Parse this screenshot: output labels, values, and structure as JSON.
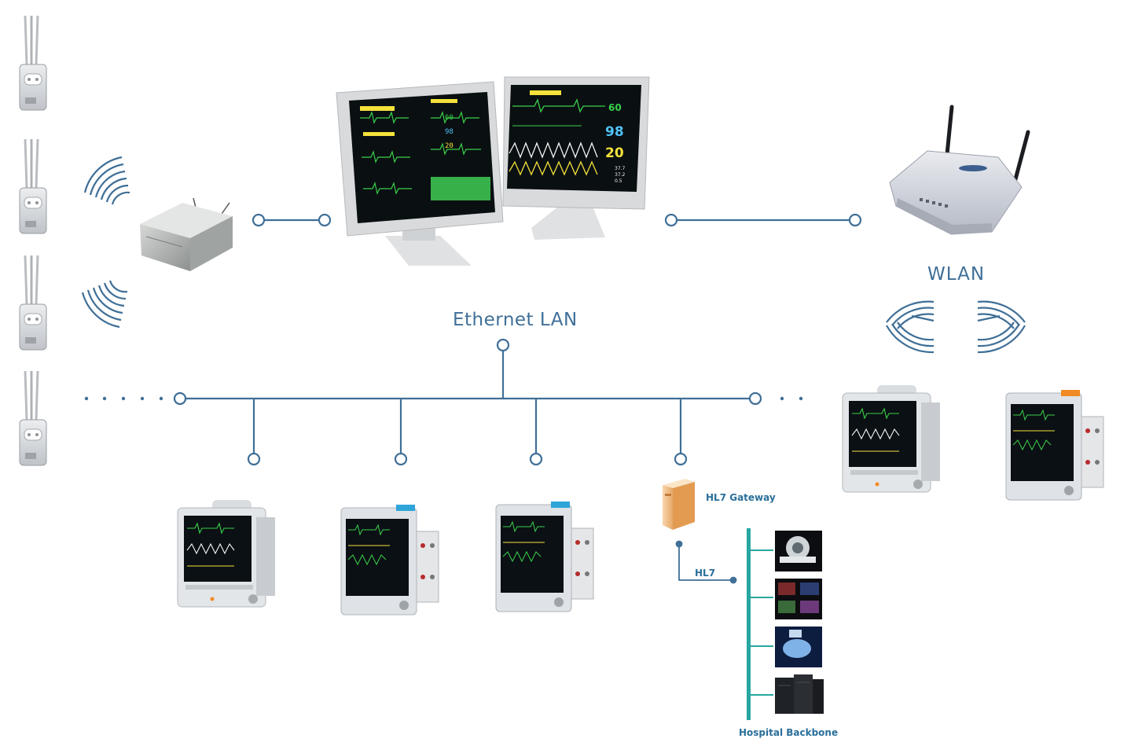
{
  "labels": {
    "ethernet_lan": "Ethernet LAN",
    "wlan": "WLAN",
    "hl7_gateway": "HL7 Gateway",
    "hl7": "HL7",
    "hospital_backbone": "Hospital Backbone"
  },
  "monitor_readouts": {
    "left_screen": [
      "60",
      "98",
      "20"
    ],
    "right_screen": {
      "hr": "60",
      "spo2": "98",
      "rr": "20",
      "t1": "37.7",
      "t2": "37.2",
      "td": "0.5"
    }
  },
  "colors": {
    "line": "#3f6f97",
    "device_grey": "#c9ccd0",
    "screen": "#0a0f12",
    "waveform_green": "#39d14a",
    "waveform_yellow": "#f5e23a",
    "gateway_orange": "#f2c187"
  },
  "icons": [
    "telemetry-transmitter-icon",
    "access-point-box-icon",
    "central-station-monitor-icon",
    "wireless-router-icon",
    "patient-monitor-icon",
    "gateway-server-icon",
    "radio-wave-icon"
  ]
}
